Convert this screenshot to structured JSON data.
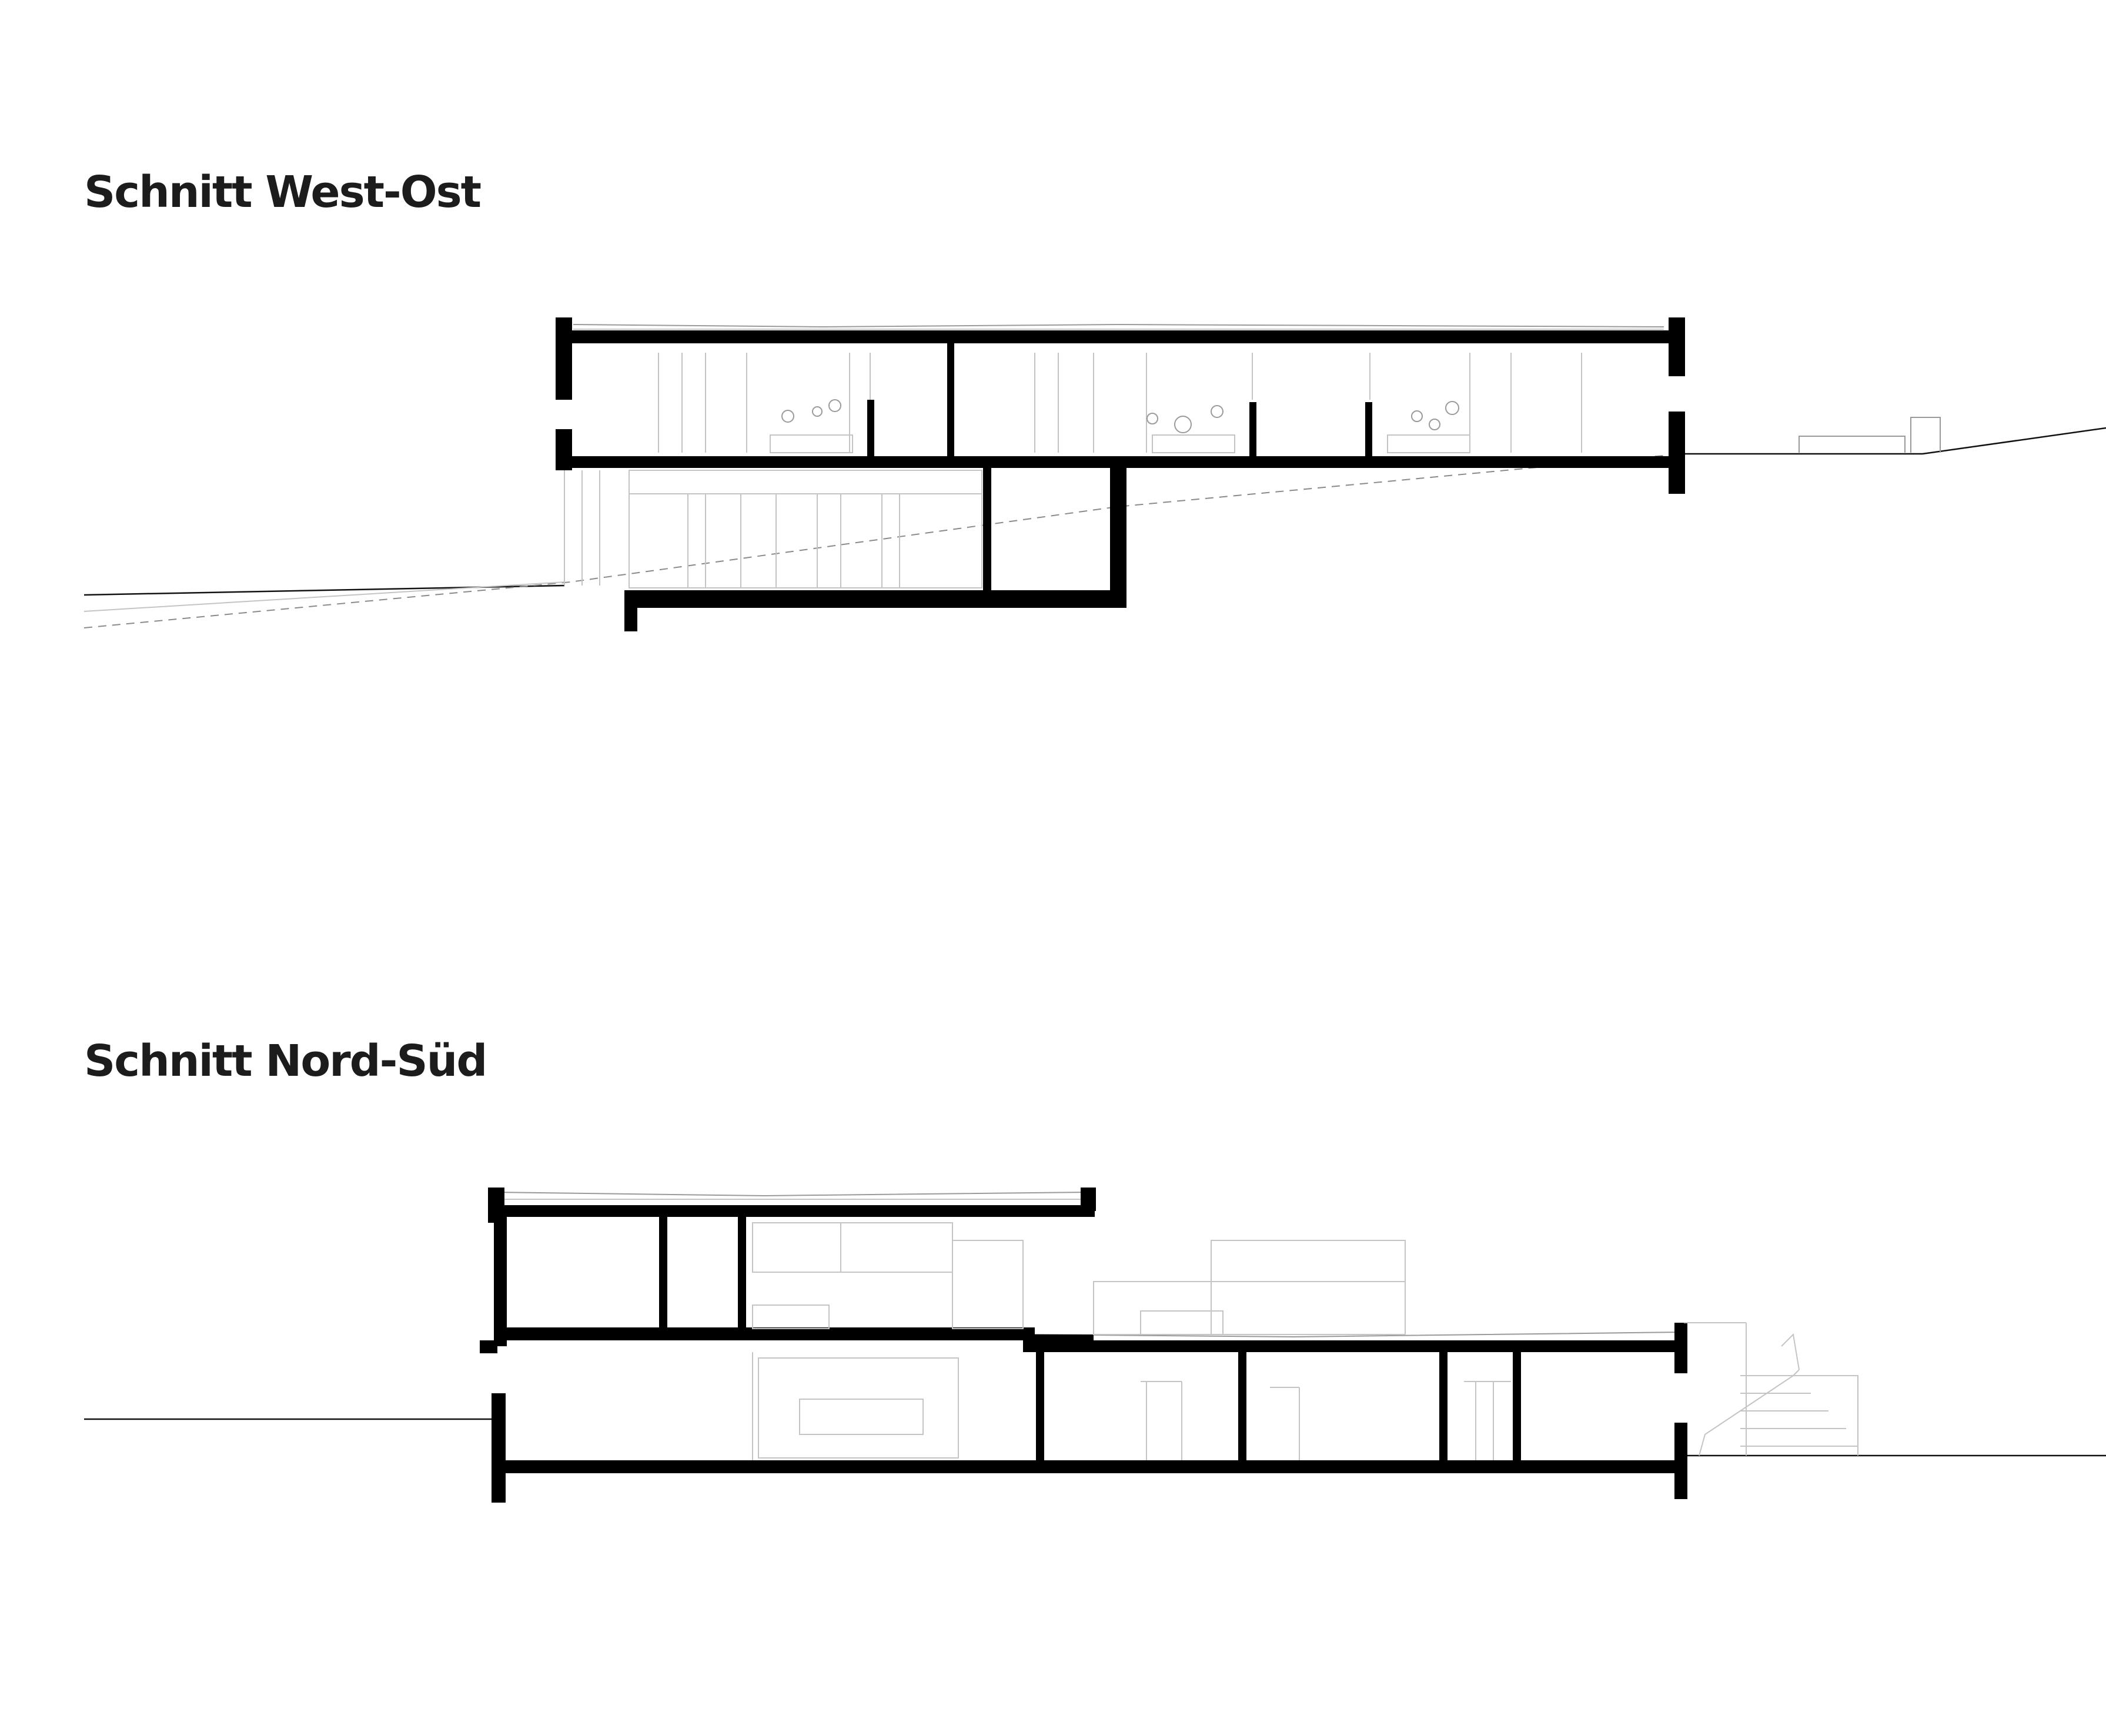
{
  "sections": [
    {
      "id": "west-ost",
      "title": "Schnitt West-Ost"
    },
    {
      "id": "nord-sued",
      "title": "Schnitt Nord-Süd"
    }
  ],
  "colors": {
    "wall": "#000000",
    "interior_line": "#c4c4c4",
    "ground_line": "#111111",
    "title": "#1c1c1c"
  }
}
